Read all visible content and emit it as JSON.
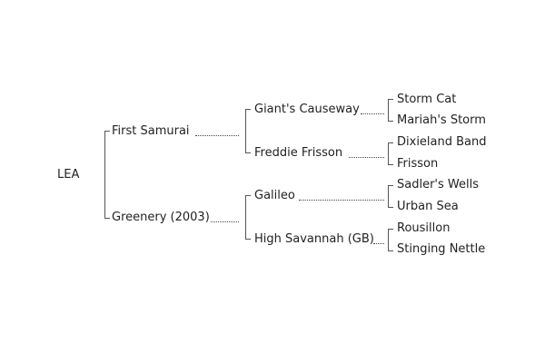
{
  "pedigree": {
    "subject": "LEA",
    "sire": {
      "name": "First Samurai",
      "sire": {
        "name": "Giant's Causeway",
        "sire": {
          "name": "Storm Cat"
        },
        "dam": {
          "name": "Mariah's Storm"
        }
      },
      "dam": {
        "name": "Freddie Frisson",
        "sire": {
          "name": "Dixieland Band"
        },
        "dam": {
          "name": "Frisson"
        }
      }
    },
    "dam": {
      "name": "Greenery (2003)",
      "sire": {
        "name": "Galileo",
        "sire": {
          "name": "Sadler's Wells"
        },
        "dam": {
          "name": "Urban Sea"
        }
      },
      "dam": {
        "name": "High Savannah (GB)",
        "sire": {
          "name": "Rousillon"
        },
        "dam": {
          "name": "Stinging Nettle"
        }
      }
    }
  }
}
